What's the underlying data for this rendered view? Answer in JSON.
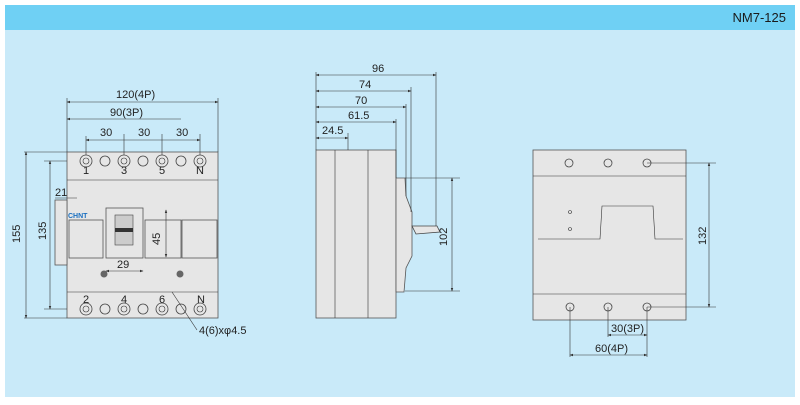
{
  "header": {
    "model": "NM7-125"
  },
  "front_view": {
    "brand": "CHNT",
    "dims": {
      "w4p": "120(4P)",
      "w3p": "90(3P)",
      "pitch1": "30",
      "pitch2": "30",
      "pitch3": "30",
      "h155": "155",
      "h135": "135",
      "d21": "21",
      "h45": "45",
      "w29": "29",
      "holes": "4(6)xφ4.5"
    },
    "top_terminals": [
      "1",
      "3",
      "5",
      "N"
    ],
    "bottom_terminals": [
      "2",
      "4",
      "6",
      "N"
    ]
  },
  "side_view": {
    "dims": {
      "d96": "96",
      "d74": "74",
      "d70": "70",
      "d61": "61.5",
      "d24": "24.5",
      "h102": "102"
    }
  },
  "bottom_view": {
    "dims": {
      "h132": "132",
      "w3p": "30(3P)",
      "w4p": "60(4P)"
    }
  },
  "colors": {
    "header": "#6fd0f4",
    "background": "#c9eaf9"
  }
}
